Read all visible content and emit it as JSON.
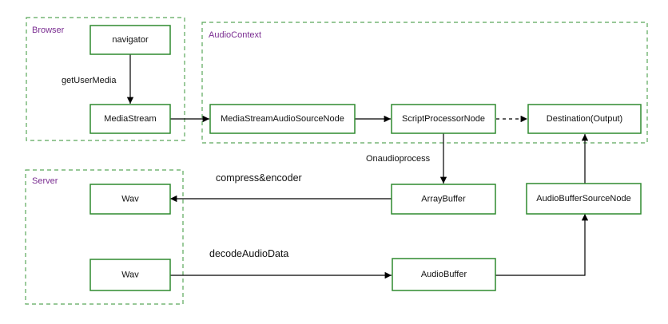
{
  "groups": {
    "browser": {
      "label": "Browser"
    },
    "audiocontext": {
      "label": "AudioContext"
    },
    "server": {
      "label": "Server"
    }
  },
  "nodes": {
    "navigator": "navigator",
    "mediastream": "MediaStream",
    "source_node": "MediaStreamAudioSourceNode",
    "script_processor": "ScriptProcessorNode",
    "destination": "Destination(Output)",
    "wav_top": "Wav",
    "wav_bottom": "Wav",
    "arraybuffer": "ArrayBuffer",
    "audiobuffer_source": "AudioBufferSourceNode",
    "audiobuffer": "AudioBuffer"
  },
  "edges": {
    "get_user_media": "getUserMedia",
    "onaudioprocess": "Onaudioprocess",
    "compress_encoder": "compress&encoder",
    "decode_audio_data": "decodeAudioData"
  }
}
